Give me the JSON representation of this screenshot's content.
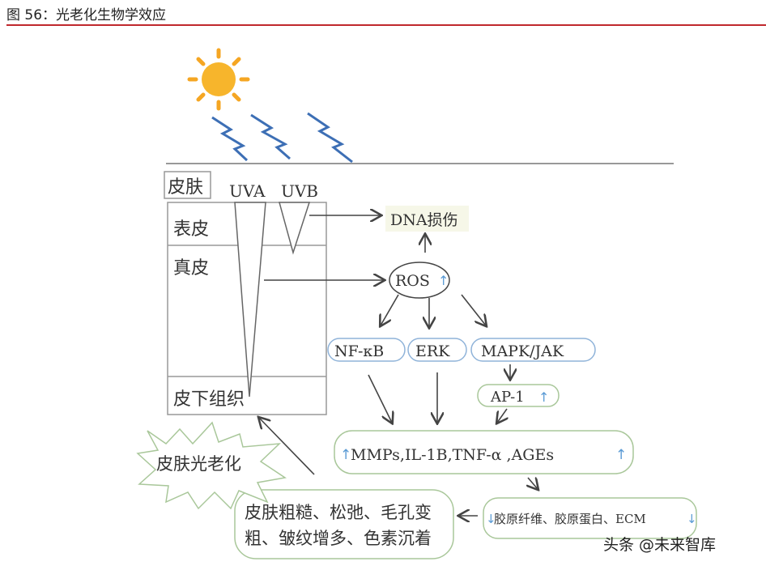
{
  "header": {
    "title": "图 56：光老化生物学效应"
  },
  "diagram": {
    "skin_label": "皮肤",
    "uva": "UVA",
    "uvb": "UVB",
    "layers": [
      "表皮",
      "真皮",
      "皮下组织"
    ],
    "dna_damage": "DNA损伤",
    "ros": "ROS",
    "up_arrow": "↑",
    "down_arrow": "↓",
    "pathways": [
      "NF-κB",
      "ERK",
      "MAPK/JAK"
    ],
    "ap1": "AP-1",
    "mediators": "MMPs,IL-1B,TNF-α ,AGEs",
    "collagen": "胶原纤维、胶原蛋白、ECM",
    "symptoms_line1": "皮肤粗糙、松弛、毛孔变",
    "symptoms_line2": "粗、皱纹增多、色素沉着",
    "photoaging": "皮肤光老化"
  },
  "colors": {
    "accent_red": "#c0282d",
    "sun": "#f5a623",
    "uv": "#3d6fb5",
    "pathway_border": "#8fb3d9",
    "box_border": "#a9c79a",
    "up_arrow": "#5b9bd5"
  },
  "watermark": "头条 @未来智库"
}
